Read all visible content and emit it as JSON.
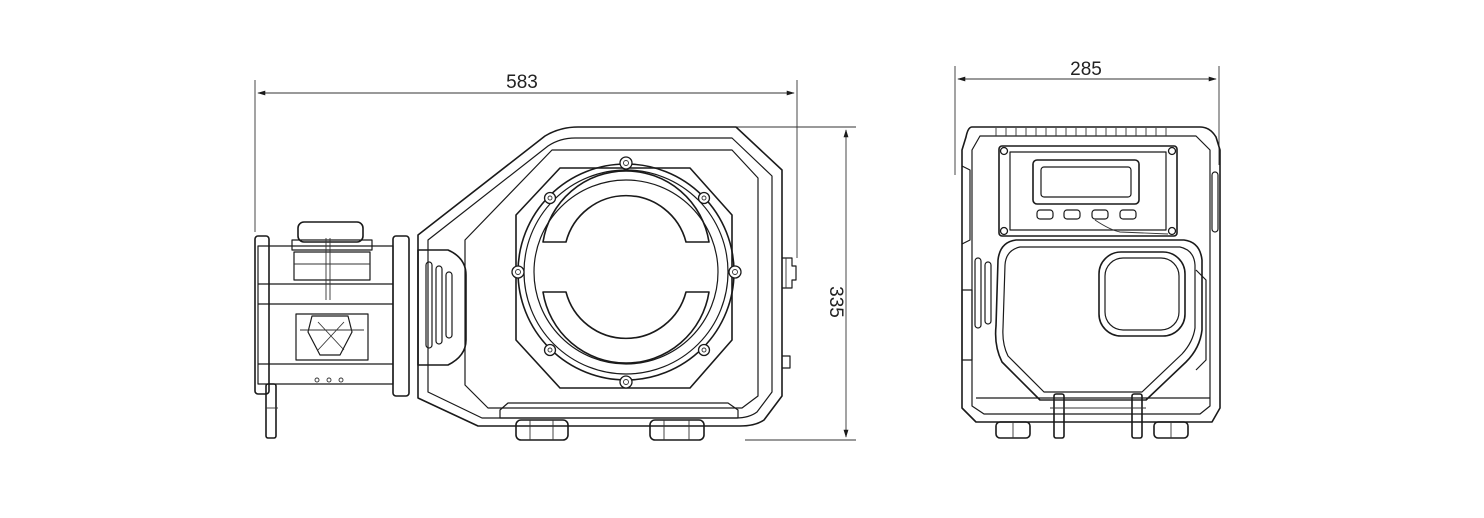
{
  "dimensions": {
    "side_width": "583",
    "side_height": "335",
    "front_width": "285"
  },
  "colors": {
    "line": "#1a1a1a",
    "background": "#ffffff"
  }
}
